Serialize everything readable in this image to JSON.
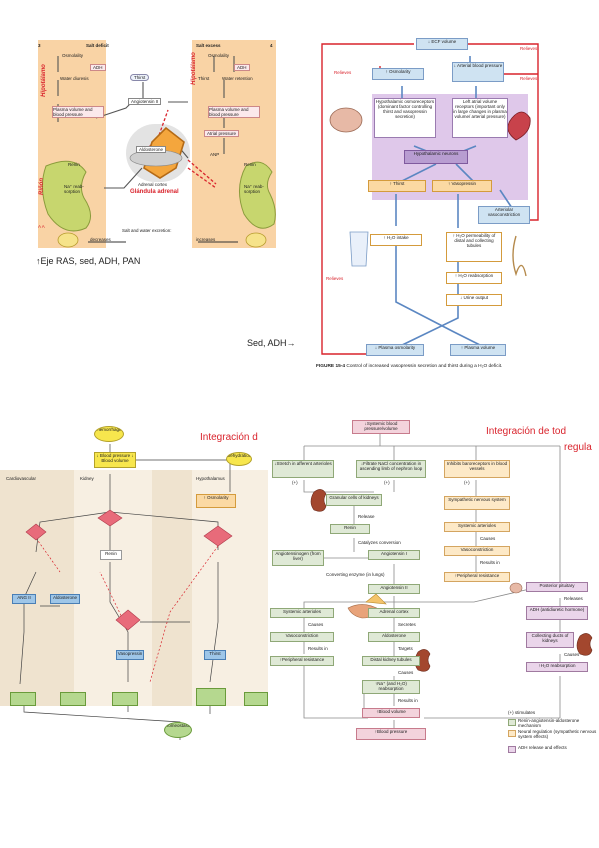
{
  "fig1": {
    "panel_left_title": "Salt deficit",
    "panel_right_title": "Salt excess",
    "panel_left_num": "3",
    "panel_right_num": "4",
    "side_hipotalamo_left": "Hipotálamo",
    "side_rinon_left": "Riñón",
    "side_hipotalamo_right": "Hipotálamo",
    "osmolality_left": "Osmolality",
    "adh_left": "ADH",
    "water_diuresis": "Water diuresis",
    "plasma_left": "Plasma volume and blood pressure",
    "renin_left": "Renin",
    "na_left": "Na⁺ reab-sorption",
    "osmolality_right": "Osmolality",
    "adh_right": "ADH",
    "thirst_right": "Thirst",
    "water_retention": "Water retention",
    "plasma_right": "Plasma volume and blood pressure",
    "atrial_pressure": "Atrial pressure",
    "anp": "ANP",
    "renin_right": "Renin",
    "na_right": "Na⁺ reab-sorption",
    "thirst_center": "Thirst",
    "angiotensin": "Angiotensin II",
    "aldosterone": "Aldosterone",
    "adrenal_cortex": "Adrenal cortex",
    "glandula": "Glándula adrenal",
    "aa": "A A",
    "decreases": "decreases",
    "salt_excretion": "Salt and water excretion:",
    "increases": "increases"
  },
  "caption1": "↑Eje RAS, sed, ADH, PAN",
  "caption2": "Sed, ADH→",
  "fig2": {
    "ecf": "↓ ECF volume",
    "arterial_bp": "↓ Arterial blood pressure",
    "osmolarity": "↑ Osmolarity",
    "relieves_tl": "Relieves",
    "relieves_tr": "Relieves",
    "relieves_ml": "Relieves",
    "relieves_mr": "Relieves",
    "hypo_osmo": "Hypothalamic osmoreceptors (dominant factor controlling thirst and vasopressin secretion)",
    "left_atrial": "Left atrial volume receptors (important only in large changes in plasma volume/ arterial pressure)",
    "hypo_neurons": "Hypothalamic neurons",
    "thirst": "↑ Thirst",
    "vasopressin": "↑ Vasopressin",
    "arteriolar": "Arteriolar vasoconstriction",
    "h2o_intake": "↑ H₂O intake",
    "h2o_perm": "↑ H₂O permeability of distal and collecting tubules",
    "h2o_reabs": "↑ H₂O reabsorption",
    "urine": "↓ Urine output",
    "plasma_osm": "↓ Plasma osmolarity",
    "plasma_vol": "↑ Plasma volume",
    "figure_caption_bold": "FIGURE 15-4",
    "figure_caption": "Control of increased vasopressin secretion and thirst during a H₂O deficit."
  },
  "fig3": {
    "title_overlay": "Integración d",
    "n_top1": "Hemorrhage",
    "n_top2": "Dehydration",
    "n_bp": "↓ Blood pressure ↓ Blood volume",
    "n_osm": "↑ Osmolarity",
    "n_col1": "Cardiovascular",
    "n_col2": "Kidney",
    "n_col3": "Hypothalamus",
    "n_renin": "Renin",
    "n_ang": "ANG II",
    "n_aldo": "Aldosterone",
    "n_vaso": "Vasopressin",
    "n_thirst": "Thirst",
    "n_end": "Homeostasis"
  },
  "fig4": {
    "title_overlay": "Integración de tod",
    "title_overlay2": "regula",
    "top": "↓Systemic blood pressure/volume",
    "stretch": "↓Stretch in afferent arterioles",
    "filtrate": "↓Filtrate NaCl concentration in ascending limb of nephron loop",
    "baro": "Inhibits baroreceptors in blood vessels",
    "plus1": "(+)",
    "plus2": "(+)",
    "plus3": "(+)",
    "granular": "Granular cells of kidneys",
    "release": "Release",
    "renin": "Renin",
    "catalyzes": "Catalyzes conversion",
    "angiotensinogen": "Angiotensinogen (from liver)",
    "ang1": "Angiotensin I",
    "converting": "Converting enzyme (in lungs)",
    "ang2": "Angiotensin II",
    "sympathetic": "Sympathetic nervous system",
    "sys_art_r": "Systemic arterioles",
    "causes_r": "Causes",
    "vaso_r": "Vasoconstriction",
    "results_r": "Results in",
    "periph_r": "↑Peripheral resistance",
    "post_pit": "Posterior pituitary",
    "releases": "Releases",
    "adh": "ADH (antidiuretic hormone)",
    "collecting": "Collecting ducts of kidneys",
    "causes_c": "Causes",
    "h2o": "↑H₂O reabsorption",
    "sys_art_l": "Systemic arterioles",
    "causes_l": "Causes",
    "vaso_l": "Vasoconstriction",
    "results_l": "Results in",
    "periph_l": "↑Peripheral resistance",
    "adrenal": "Adrenal cortex",
    "secretes": "Secretes",
    "aldo": "Aldosterone",
    "targets": "Targets",
    "distal": "Distal kidney tubules",
    "causes_d": "Causes",
    "na": "↑Na⁺ (and H₂O) reabsorption",
    "results_d": "Results in",
    "blood_vol": "↑Blood volume",
    "blood_pr": "↑Blood pressure",
    "legend_title": "(+) stimulates",
    "legend1": "Renin-angiotensin-aldosterone mechanism",
    "legend2": "Neural regulation (sympathetic nervous system effects)",
    "legend3": "ADH release and effects"
  },
  "colors": {
    "peach": "#f9d3a5",
    "lavender": "#dfc8ea",
    "red": "#d9232c",
    "blue_box": "#cfe3f2",
    "orange_box": "#fbd9a3",
    "green_box": "#dfe9d6",
    "pink_box": "#f3d3dc",
    "yellow_node": "#f7e64d"
  }
}
